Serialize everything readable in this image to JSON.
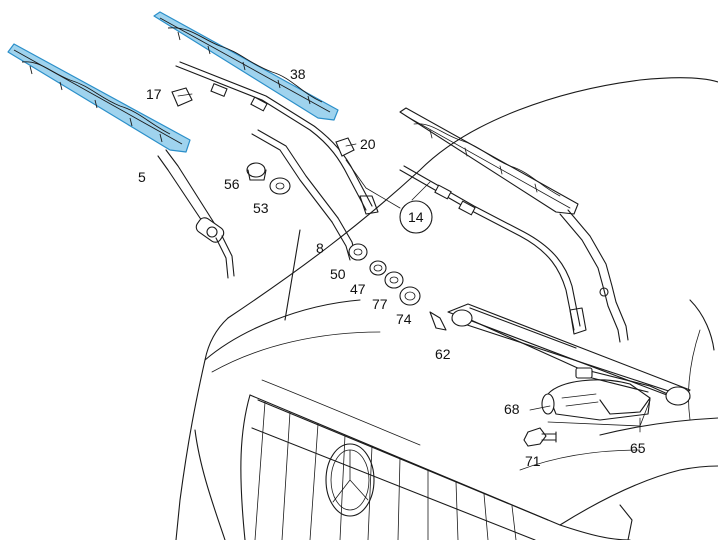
{
  "diagram": {
    "highlight_color": "#2b8fc9",
    "highlight_fill": "#9fd3ee",
    "callouts": [
      {
        "id": "5",
        "label": "5"
      },
      {
        "id": "17",
        "label": "17"
      },
      {
        "id": "38",
        "label": "38"
      },
      {
        "id": "20",
        "label": "20"
      },
      {
        "id": "56",
        "label": "56"
      },
      {
        "id": "53",
        "label": "53"
      },
      {
        "id": "14",
        "label": "14"
      },
      {
        "id": "8",
        "label": "8"
      },
      {
        "id": "50",
        "label": "50"
      },
      {
        "id": "47",
        "label": "47"
      },
      {
        "id": "77",
        "label": "77"
      },
      {
        "id": "74",
        "label": "74"
      },
      {
        "id": "62",
        "label": "62"
      },
      {
        "id": "68",
        "label": "68"
      },
      {
        "id": "71",
        "label": "71"
      },
      {
        "id": "65",
        "label": "65"
      }
    ]
  }
}
